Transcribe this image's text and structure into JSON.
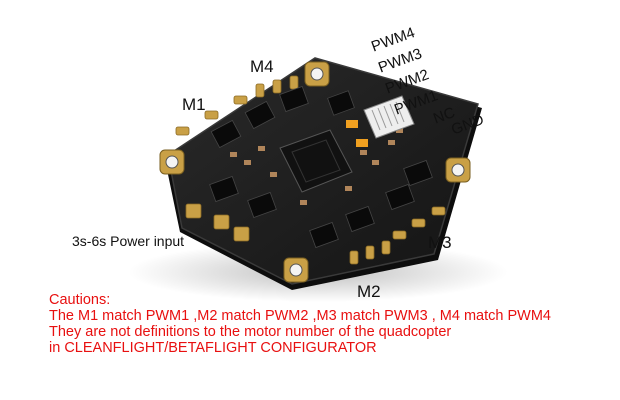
{
  "labels": {
    "motor_m4": "M4",
    "motor_m1": "M1",
    "motor_m3": "M3",
    "motor_m2": "M2",
    "power_input": "3s-6s Power input",
    "connector_pins": [
      "PWM4",
      "PWM3",
      "PWM2",
      "PWM1",
      "NC",
      "GND"
    ]
  },
  "cautions": {
    "title": "Cautions:",
    "line1": "The M1 match PWM1 ,M2 match PWM2 ,M3 match PWM3 , M4 match PWM4",
    "line2": "They are not definitions to the motor number of the quadcopter",
    "line3": "in CLEANFLIGHT/BETAFLIGHT CONFIGURATOR"
  },
  "colors": {
    "background": "#ffffff",
    "caution_text": "#e81010",
    "board": "#1c1c1c",
    "pad_gold": "#c9a046"
  }
}
